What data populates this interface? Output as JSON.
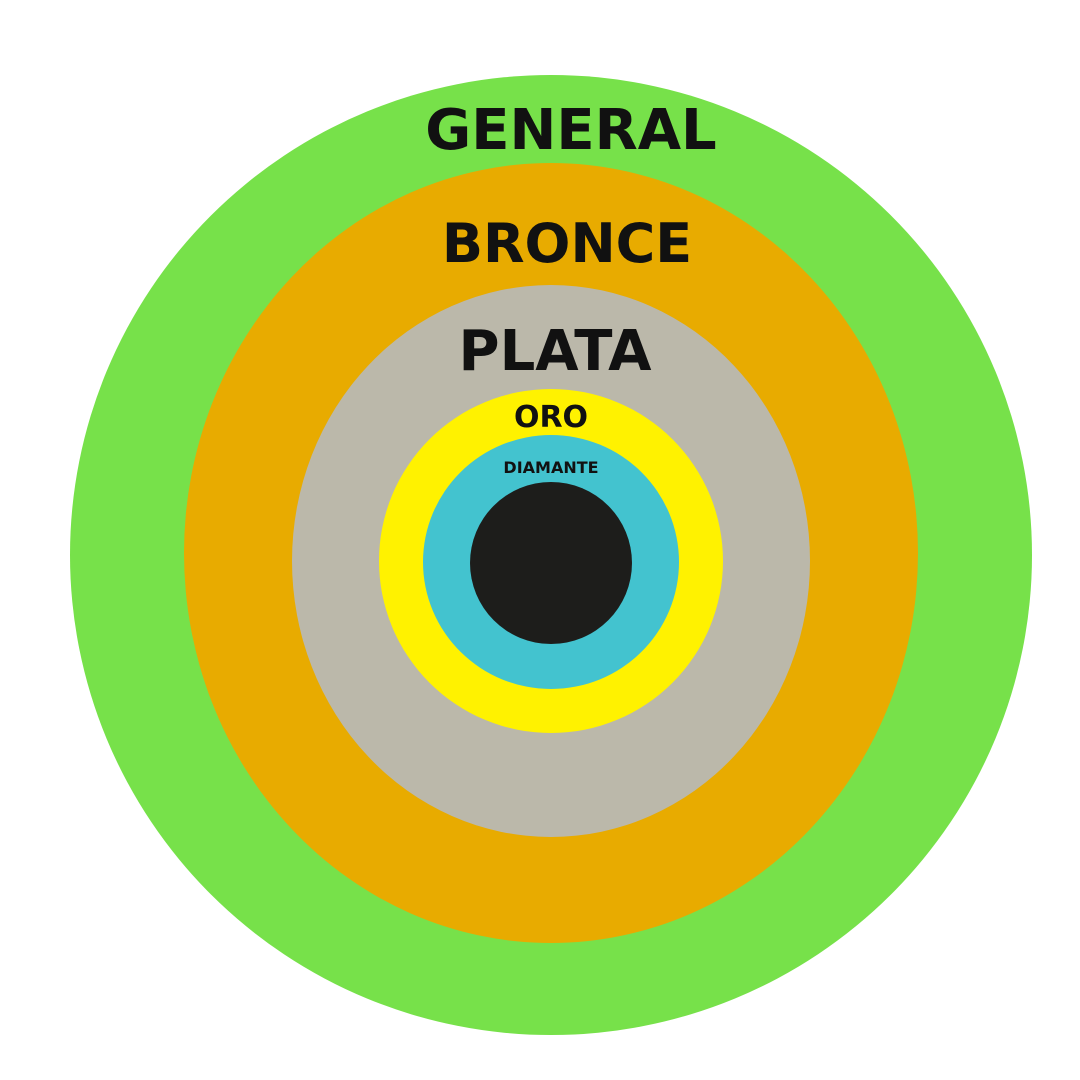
{
  "diagram": {
    "rings": [
      {
        "label": "GENERAL",
        "color": "#77e14a"
      },
      {
        "label": "BRONCE",
        "color": "#e8ab00"
      },
      {
        "label": "PLATA",
        "color": "#bbb8aa"
      },
      {
        "label": "ORO",
        "color": "#fff200"
      },
      {
        "label": "DIAMANTE",
        "color": "#43c3cf"
      }
    ],
    "core": {
      "color": "#1d1d1b"
    }
  }
}
